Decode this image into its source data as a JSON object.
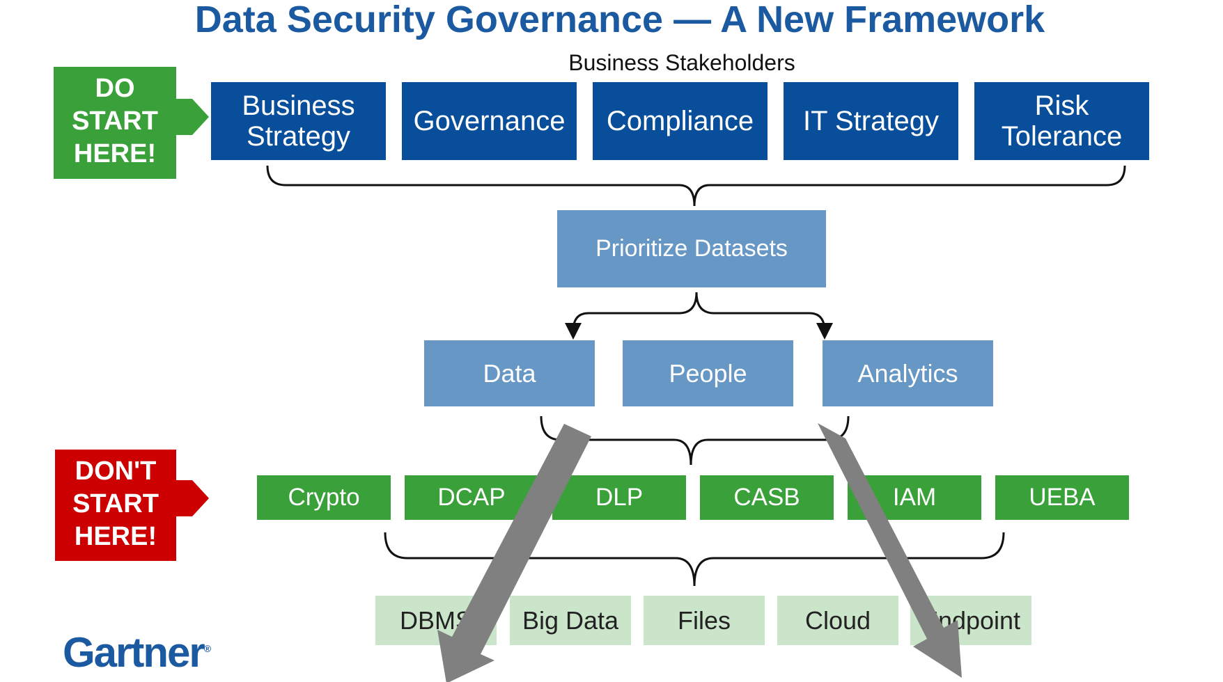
{
  "title": "Data Security Governance — A New Framework",
  "stakeholders_heading": "Business Stakeholders",
  "stakeholders": [
    {
      "label": "Business\nStrategy"
    },
    {
      "label": "Governance"
    },
    {
      "label": "Compliance"
    },
    {
      "label": "IT Strategy"
    },
    {
      "label": "Risk\nTolerance"
    }
  ],
  "prioritize": "Prioritize Datasets",
  "pillars": [
    "Data",
    "People",
    "Analytics"
  ],
  "tools": [
    "Crypto",
    "DCAP",
    "DLP",
    "CASB",
    "IAM",
    "UEBA"
  ],
  "locations": [
    "DBMS",
    "Big Data",
    "Files",
    "Cloud",
    "Endpoint"
  ],
  "do_badge": "DO\nSTART\nHERE!",
  "dont_badge": "DON'T\nSTART\nHERE!",
  "logo": "Gartner",
  "colors": {
    "title": "#1b5aa0",
    "stakeholder_box": "#084e9a",
    "light_blue_box": "#6697c5",
    "tool_box": "#3aa039",
    "location_box": "#cbe5ca",
    "do_arrow": "#3aa039",
    "dont_arrow": "#cc0000",
    "diagonal_arrow": "#808080"
  }
}
